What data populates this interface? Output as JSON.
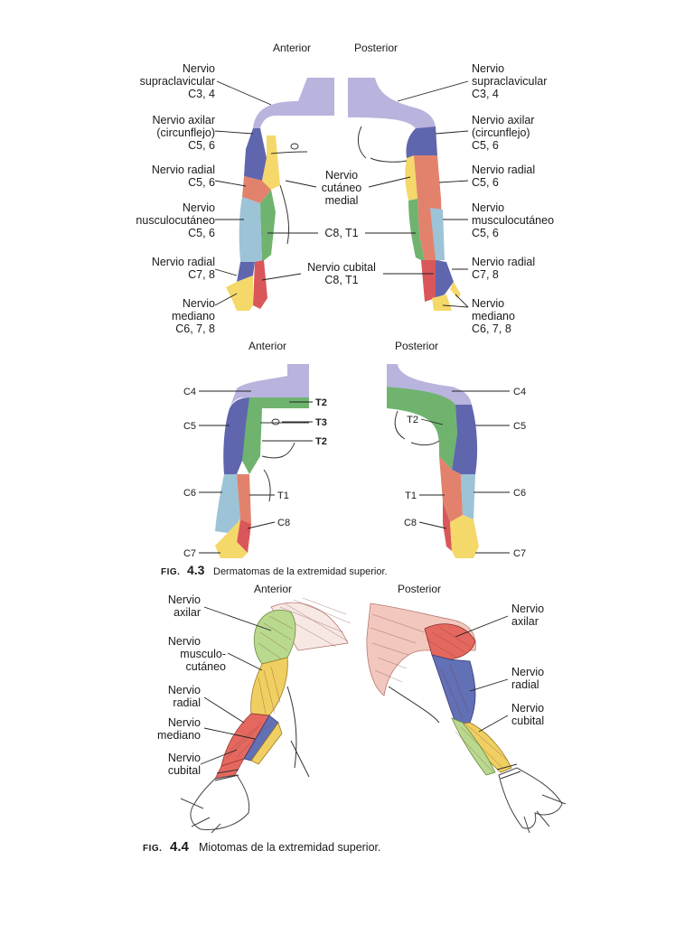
{
  "colors": {
    "lavender": "#b8b4dd",
    "navy": "#5f66ad",
    "yellow": "#f5d86a",
    "salmon": "#e2826c",
    "lightblue": "#9dc3d6",
    "green": "#6fb36f",
    "red": "#d9575a",
    "muscle_red": "#e4685f",
    "muscle_green": "#b9d98e",
    "muscle_yellow": "#f0cf62",
    "muscle_blue": "#6270b5"
  },
  "fig_top": {
    "header_anterior": "Anterior",
    "header_posterior": "Posterior",
    "left_labels": [
      [
        "Nervio",
        "supraclavicular",
        "C3, 4"
      ],
      [
        "Nervio axilar",
        "(circunflejo)",
        "C5, 6"
      ],
      [
        "Nervio radial",
        "C5, 6"
      ],
      [
        "Nervio",
        "nusculocutáneo",
        "C5, 6"
      ],
      [
        "Nervio radial",
        "C7, 8"
      ],
      [
        "Nervio",
        "mediano",
        "C6, 7, 8"
      ]
    ],
    "center_labels": [
      [
        "Nervio",
        "cutáneo",
        "medial"
      ],
      [
        "C8, T1"
      ],
      [
        "Nervio cubital",
        "C8, T1"
      ]
    ],
    "right_labels": [
      [
        "Nervio",
        "supraclavicular",
        "C3, 4"
      ],
      [
        "Nervio axilar",
        "(circunflejo)",
        "C5, 6"
      ],
      [
        "Nervio radial",
        "C5, 6"
      ],
      [
        "Nervio",
        "musculocutáneo",
        "C5, 6"
      ],
      [
        "Nervio radial",
        "C7, 8"
      ],
      [
        "Nervio",
        "mediano",
        "C6, 7, 8"
      ]
    ]
  },
  "fig_43": {
    "header_anterior": "Anterior",
    "header_posterior": "Posterior",
    "left_labels": [
      "C4",
      "C5",
      "C6",
      "C7"
    ],
    "mid_left_labels": [
      "T2",
      "T3",
      "T2",
      "T1",
      "C8"
    ],
    "mid_right_labels": [
      "T2",
      "T1",
      "C8"
    ],
    "right_labels": [
      "C4",
      "C5",
      "C6",
      "C7"
    ],
    "caption_prefix": "FIG.",
    "caption_number": "4.3",
    "caption_text": "Dermatomas de la extremidad superior."
  },
  "fig_44": {
    "header_anterior": "Anterior",
    "header_posterior": "Posterior",
    "left_labels": [
      [
        "Nervio",
        "axilar"
      ],
      [
        "Nervio",
        "musculo-",
        "cutáneo"
      ],
      [
        "Nervio",
        "radial"
      ],
      [
        "Nervio",
        "mediano"
      ],
      [
        "Nervio",
        "cubital"
      ]
    ],
    "right_labels": [
      [
        "Nervio",
        "axilar"
      ],
      [
        "Nervio",
        "radial"
      ],
      [
        "Nervio",
        "cubital"
      ]
    ],
    "caption_prefix": "FIG.",
    "caption_number": "4.4",
    "caption_text": "Miotomas de la extremidad superior."
  }
}
